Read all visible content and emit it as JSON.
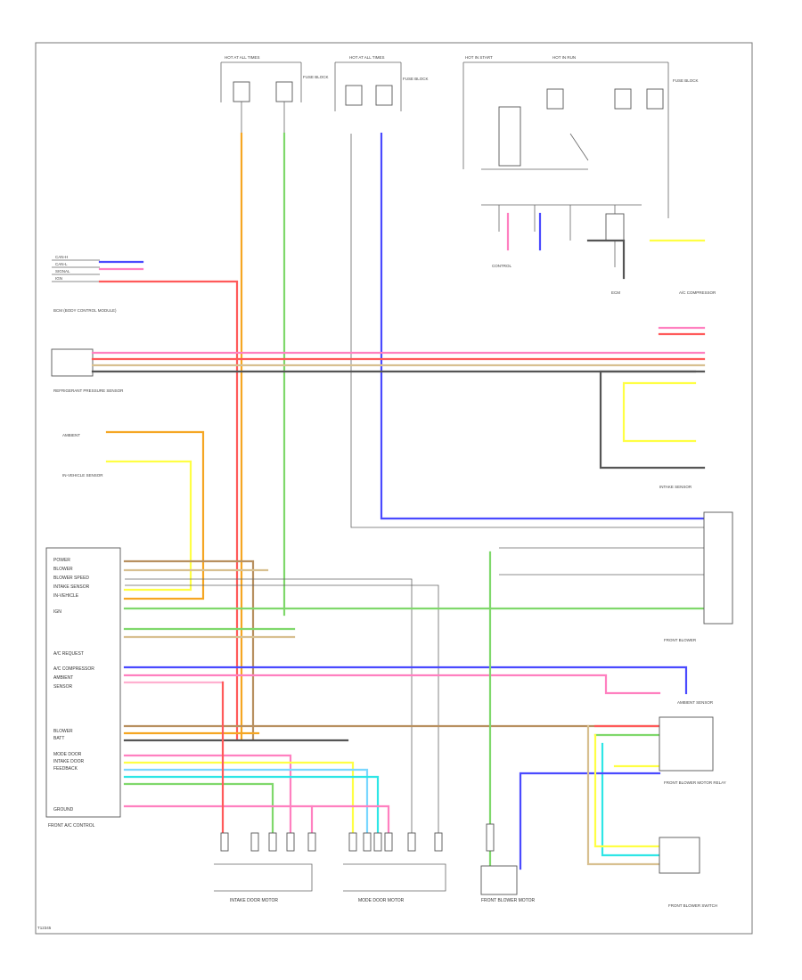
{
  "diagram": {
    "id_label": "T12345",
    "wire_colors": {
      "orange": "#f5a623",
      "red": "#ff5a5a",
      "pink": "#ff80c0",
      "green": "#7fd86b",
      "blue": "#4a4aff",
      "yellow": "#ffff44",
      "brown": "#b89060",
      "gray": "#8c8c8c",
      "light_blue": "#7ad7ff",
      "cyan": "#2ee6e6",
      "dark_gray": "#555555",
      "tan": "#d8c090"
    },
    "modules": {
      "front_ac_control": "FRONT A/C CONTROL",
      "intake_door_motor": "INTAKE DOOR MOTOR",
      "mode_door_motor": "MODE DOOR MOTOR",
      "front_blower_motor": "FRONT BLOWER MOTOR",
      "front_blower_motor_relay": "FRONT BLOWER MOTOR RELAY",
      "front_blower_switch": "FRONT BLOWER SWITCH",
      "ambient_sensor": "AMBIENT SENSOR",
      "intake_sensor": "INTAKE SENSOR"
    }
  }
}
